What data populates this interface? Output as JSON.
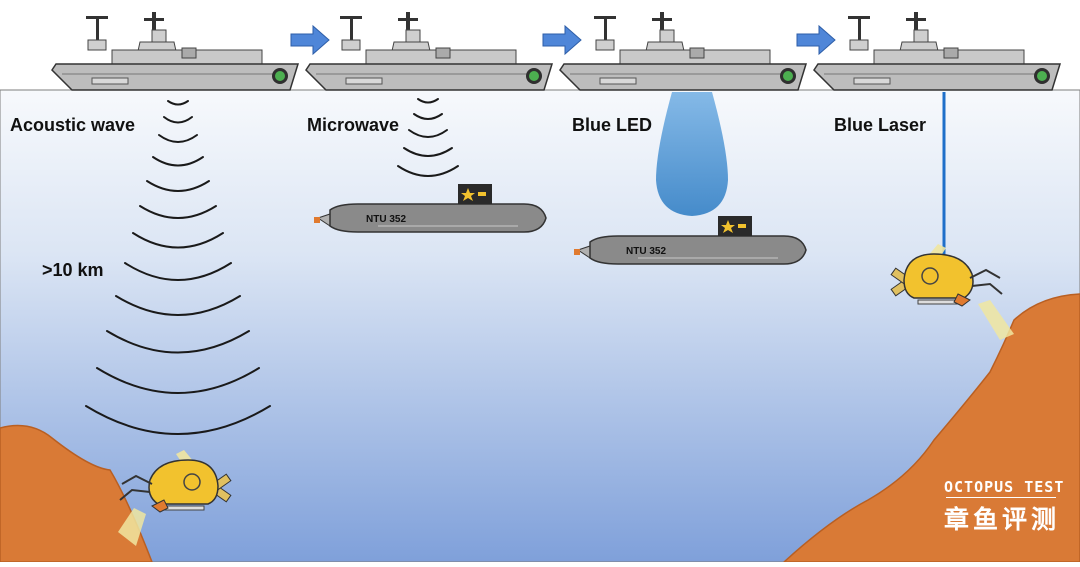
{
  "labels": {
    "acoustic": "Acoustic wave",
    "microwave": "Microwave",
    "blue_led": "Blue LED",
    "blue_laser": "Blue Laser",
    "distance": ">10 km"
  },
  "submarine_hull_text": "NTU 352",
  "watermark": {
    "line1": "OCTOPUS TEST",
    "line2": "章鱼评测"
  },
  "colors": {
    "water_top": "#f7f9fc",
    "water_bottom": "#7fa0da",
    "seabed": "#d97a36",
    "seabed_edge": "#b95f22",
    "ship": "#bdbdbd",
    "submarine": "#8a8a8a",
    "submersible": "#f2c22e",
    "arrow": "#4f86d8",
    "led_beam": "#4a8fcf",
    "laser": "#1f6fc9",
    "wave": "#1a1a1a"
  },
  "icons": [
    "ship-icon",
    "arrow-icon",
    "submarine-icon",
    "submersible-icon",
    "star-icon"
  ]
}
